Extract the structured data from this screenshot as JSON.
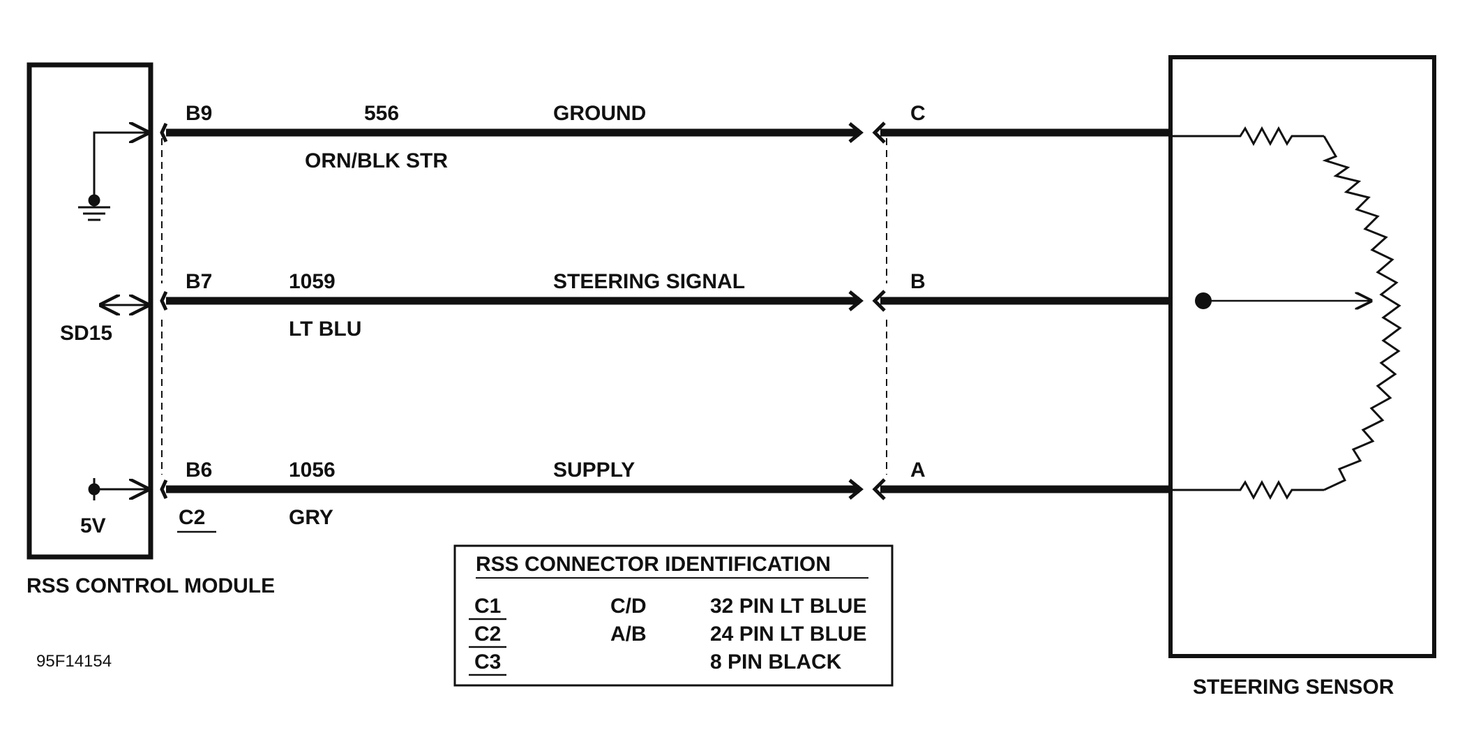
{
  "module": {
    "title": "RSS CONTROL MODULE",
    "connector": "C2",
    "ground_pin": "",
    "signal_label": "SD15",
    "supply_label": "5V"
  },
  "wires": [
    {
      "pin": "B9",
      "circuit": "556",
      "function": "GROUND",
      "color": "ORN/BLK STR",
      "sensor_pin": "C"
    },
    {
      "pin": "B7",
      "circuit": "1059",
      "function": "STEERING SIGNAL",
      "color": "LT BLU",
      "sensor_pin": "B"
    },
    {
      "pin": "B6",
      "circuit": "1056",
      "function": "SUPPLY",
      "color": "GRY",
      "sensor_pin": "A"
    }
  ],
  "sensor": {
    "title": "STEERING SENSOR"
  },
  "connector_table": {
    "title": "RSS CONNECTOR IDENTIFICATION",
    "rows": [
      {
        "id": "C1",
        "pins": "C/D",
        "desc": "32 PIN LT BLUE"
      },
      {
        "id": "C2",
        "pins": "A/B",
        "desc": "24 PIN LT BLUE"
      },
      {
        "id": "C3",
        "pins": "",
        "desc": "8 PIN BLACK"
      }
    ]
  },
  "figure_id": "95F14154",
  "colors": {
    "ink": "#111111",
    "background": "#ffffff"
  }
}
